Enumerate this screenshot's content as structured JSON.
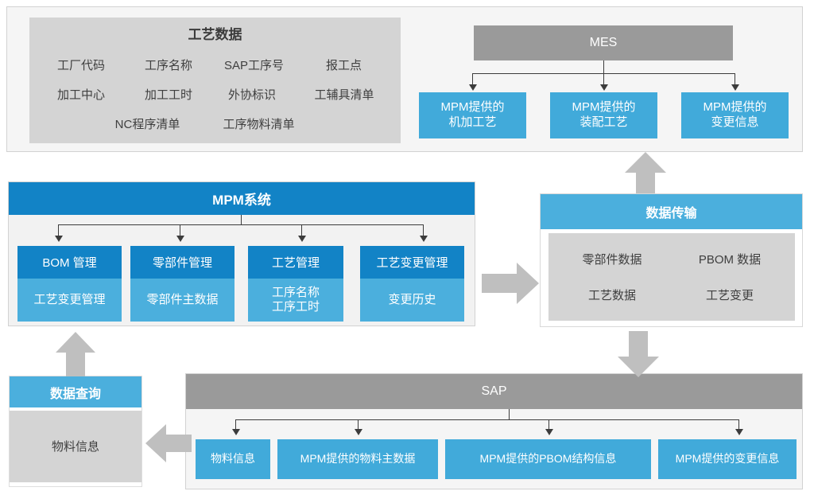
{
  "diagram": {
    "title_implicit": "MPM 系统与 SAP / MES 集成架构图",
    "colors": {
      "blue_dark": "#1283c6",
      "blue_light": "#4bafdd",
      "blue_box": "#41aada",
      "gray_header": "#9a9a9a",
      "gray_block": "#d4d4d4",
      "panel_bg": "#f5f5f5",
      "arrow_gray": "#bfbfbf",
      "connector": "#3c3c3c"
    }
  },
  "process_data_panel": {
    "title": "工艺数据",
    "rows": [
      [
        "工厂代码",
        "工序名称",
        "SAP工序号",
        "报工点"
      ],
      [
        "加工中心",
        "加工工时",
        "外协标识",
        "工辅具清单"
      ],
      [
        "NC程序清单",
        "工序物料清单"
      ]
    ]
  },
  "mes": {
    "title": "MES",
    "children": [
      "MPM提供的\n机加工艺",
      "MPM提供的\n装配工艺",
      "MPM提供的\n变更信息"
    ],
    "child_lines": [
      [
        "MPM提供的",
        "机加工艺"
      ],
      [
        "MPM提供的",
        "装配工艺"
      ],
      [
        "MPM提供的",
        "变更信息"
      ]
    ]
  },
  "mpm_system": {
    "title": "MPM系统",
    "modules": [
      {
        "header": "BOM 管理",
        "body_lines": [
          "工艺变更管理"
        ]
      },
      {
        "header": "零部件管理",
        "body_lines": [
          "零部件主数据"
        ]
      },
      {
        "header": "工艺管理",
        "body_lines": [
          "工序名称",
          "工序工时"
        ]
      },
      {
        "header": "工艺变更管理",
        "body_lines": [
          "变更历史"
        ]
      }
    ]
  },
  "data_transfer": {
    "title": "数据传输",
    "items": [
      [
        "零部件数据",
        "PBOM 数据"
      ],
      [
        "工艺数据",
        "工艺变更"
      ]
    ]
  },
  "sap": {
    "title": "SAP",
    "children": [
      "物料信息",
      "MPM提供的物料主数据",
      "MPM提供的PBOM结构信息",
      "MPM提供的变更信息"
    ]
  },
  "data_query": {
    "title": "数据查询",
    "body": "物料信息"
  }
}
